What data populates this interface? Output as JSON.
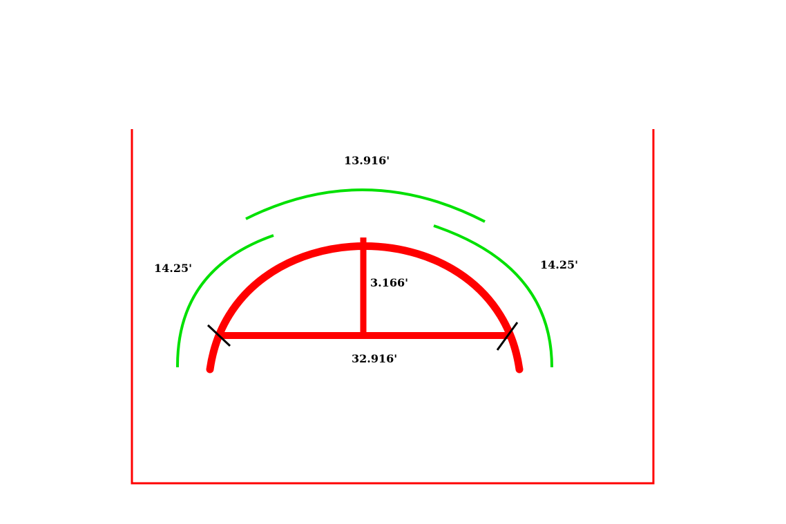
{
  "diagram": {
    "labels": {
      "top_arc_length": "13.916'",
      "left_arc_length": "14.25'",
      "right_arc_length": "14.25'",
      "rise": "3.166'",
      "chord": "32.916'"
    },
    "colors": {
      "frame": "#ff0000",
      "structure": "#ff0000",
      "arc_dimension": "#00e000",
      "tick": "#000000"
    }
  }
}
